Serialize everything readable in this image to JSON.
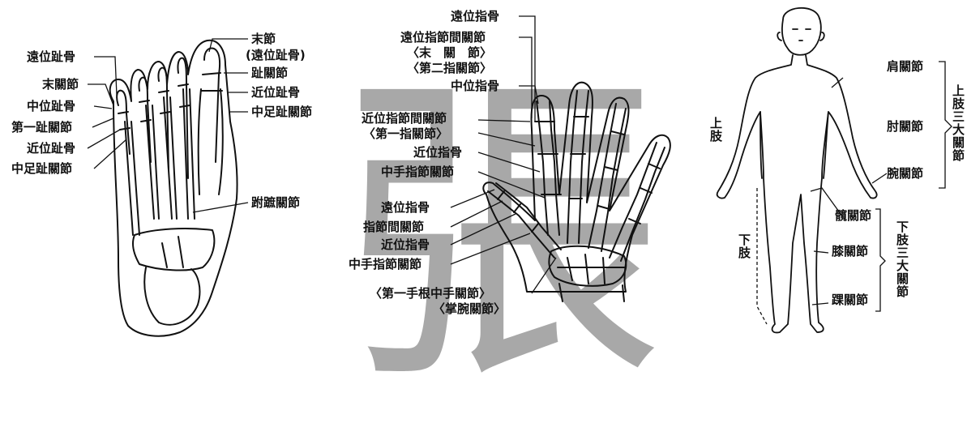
{
  "watermark": "張",
  "foot": {
    "labels": {
      "distal_phalanx": "遠位趾骨",
      "end_joint": "末關節",
      "middle_phalanx": "中位趾骨",
      "first_toe_joint": "第一趾關節",
      "proximal_phalanx": "近位趾骨",
      "mtp_joint": "中足趾關節",
      "terminal_segment": "末節",
      "terminal_segment_note": "(遠位趾骨)",
      "toe_joint": "趾關節",
      "proximal_phalanx_r": "近位趾骨",
      "mtp_joint_r": "中足趾關節",
      "tarsometatarsal_joint": "跗蹠關節"
    }
  },
  "hand": {
    "labels": {
      "distal_phalanx": "遠位指骨",
      "dip_joint": "遠位指節間關節",
      "dip_alt1": "〈末　關　節〉",
      "dip_alt2": "〈第二指關節〉",
      "middle_phalanx": "中位指骨",
      "pip_joint": "近位指節間關節",
      "pip_alt": "〈第一指關節〉",
      "proximal_phalanx": "近位指骨",
      "mcp_joint": "中手指節關節",
      "thumb_distal": "遠位指骨",
      "thumb_ip_joint": "指節間關節",
      "thumb_proximal": "近位指骨",
      "thumb_mcp_joint": "中手指節關節",
      "cmc_joint": "〈第一手根中手關節〉",
      "cmc_alt": "〈掌腕關節〉"
    }
  },
  "body": {
    "labels": {
      "upper_limb": "上肢",
      "lower_limb": "下肢",
      "shoulder_joint": "肩關節",
      "elbow_joint": "肘關節",
      "wrist_joint": "腕關節",
      "hip_joint": "髖關節",
      "knee_joint": "膝關節",
      "ankle_joint": "踝關節",
      "upper_three_joints": "上肢三大關節",
      "lower_three_joints": "下肢三大關節"
    }
  }
}
